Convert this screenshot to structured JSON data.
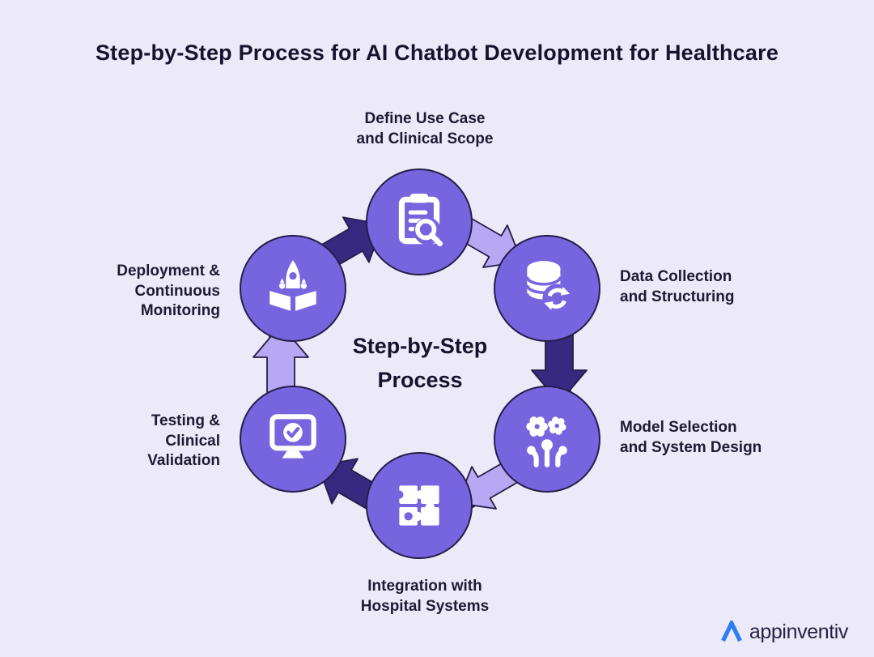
{
  "page": {
    "title": "Step-by-Step Process for AI Chatbot Development for Healthcare"
  },
  "center": {
    "label": "Step-by-Step\nProcess"
  },
  "steps": [
    {
      "id": "define-use-case",
      "label": "Define Use Case\nand Clinical Scope",
      "icon": "clipboard-search-icon"
    },
    {
      "id": "data-collection",
      "label": "Data Collection\nand Structuring",
      "icon": "database-sync-icon"
    },
    {
      "id": "model-selection",
      "label": "Model Selection\nand System Design",
      "icon": "model-gears-icon"
    },
    {
      "id": "integration",
      "label": "Integration with\nHospital Systems",
      "icon": "puzzle-icon"
    },
    {
      "id": "testing",
      "label": "Testing &\nClinical\nValidation",
      "icon": "monitor-check-icon"
    },
    {
      "id": "deployment",
      "label": "Deployment &\nContinuous\nMonitoring",
      "icon": "rocket-launch-icon"
    }
  ],
  "branding": {
    "logo_text": "appinventiv"
  },
  "colors": {
    "background": "#ECEAF8",
    "circle_fill": "#7765E0",
    "circle_outline": "#251D47",
    "arrow_light": "#B7A8F3",
    "arrow_dark": "#37297F",
    "band_light": "#C9BDF7",
    "band_dark": "#2A1E5F",
    "text": "#1B1732",
    "logo_blue": "#2E7CF5"
  }
}
